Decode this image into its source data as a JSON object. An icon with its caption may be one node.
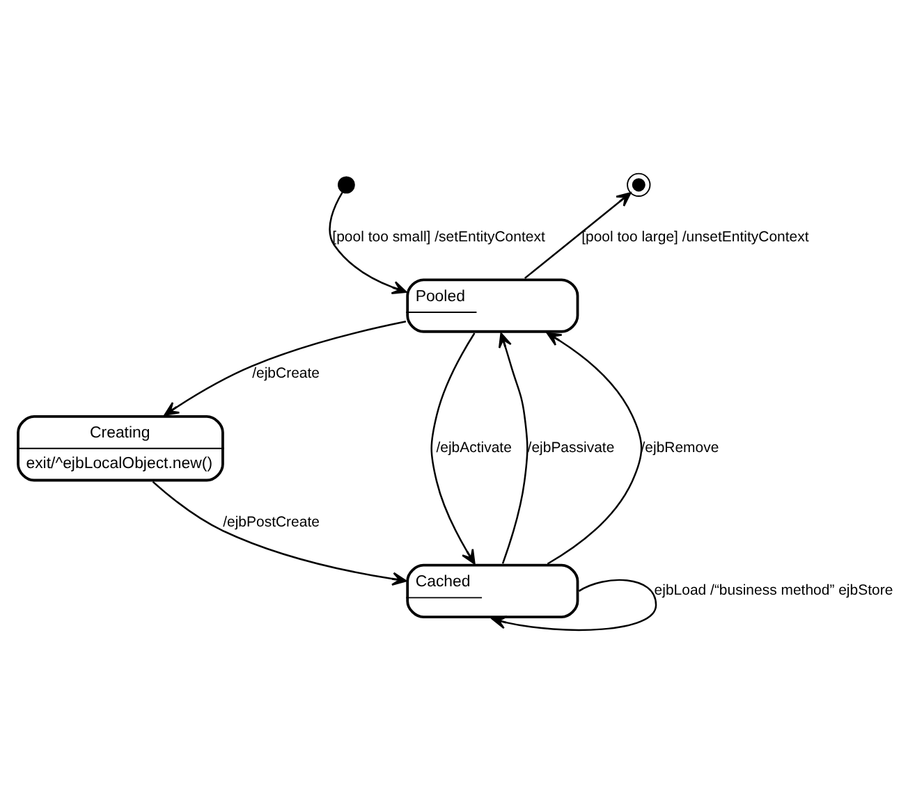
{
  "diagram": {
    "nodes": [
      {
        "text": [],
        "shape": "circle"
      },
      {
        "text": [],
        "shape": "circle"
      },
      {
        "text": [
          "Pooled"
        ]
      },
      {
        "text": [
          "Creating",
          "exit/^ejbLocalObject.new()"
        ]
      },
      {
        "text": [
          "Cached"
        ]
      }
    ],
    "edges": [
      {
        "from": 0,
        "to": 2,
        "arrow": "to",
        "label": "[pool too small] /setEntityContext"
      },
      {
        "from": 2,
        "to": 1,
        "arrow": "to",
        "label": "[pool too large] /unsetEntityContext"
      },
      {
        "from": 2,
        "to": 3,
        "arrow": "to",
        "label": "/ejbCreate"
      },
      {
        "from": 2,
        "to": 4,
        "arrow": "to",
        "label": "/ejbActivate"
      },
      {
        "from": 4,
        "to": 2,
        "arrow": "to",
        "label": "/ejbPassivate"
      },
      {
        "from": 3,
        "to": 4,
        "arrow": "to",
        "label": "/ejbPostCreate"
      },
      {
        "from": 4,
        "to": 2,
        "arrow": "to",
        "label": "/ejbRemove"
      },
      {
        "from": 4,
        "to": 4,
        "arrow": "to",
        "label": "ejbLoad /“business method” ejbStore"
      }
    ]
  }
}
